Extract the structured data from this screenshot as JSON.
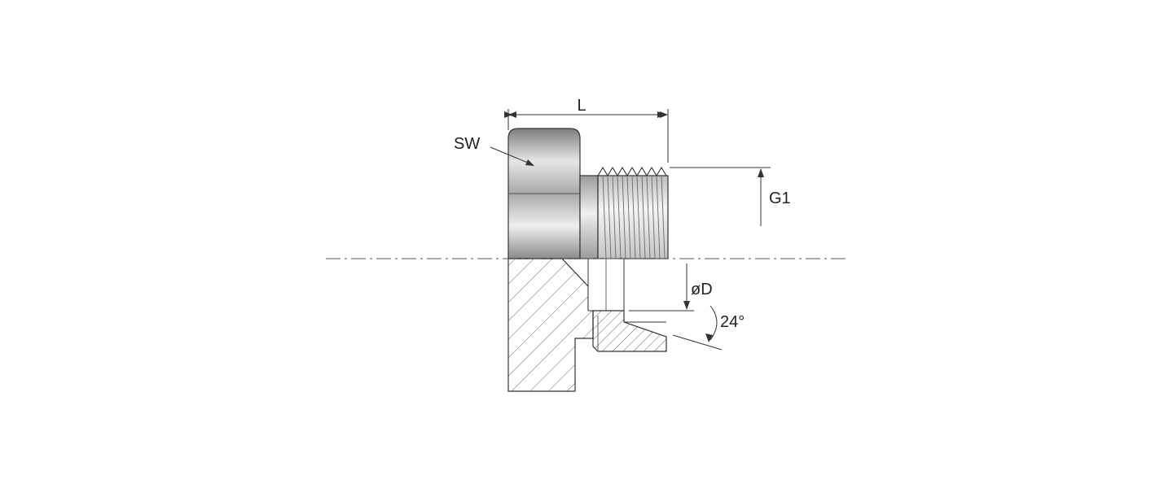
{
  "diagram": {
    "labels": {
      "length": "L",
      "wrench_size": "SW",
      "thread": "G1",
      "diameter": "øD",
      "angle": "24°"
    },
    "colors": {
      "line": "#333333",
      "hatch": "#555555",
      "axis": "#555555",
      "metal_light": "#f2f2f2",
      "metal_mid": "#c8c8c8",
      "metal_dark": "#8a8a8a"
    }
  }
}
